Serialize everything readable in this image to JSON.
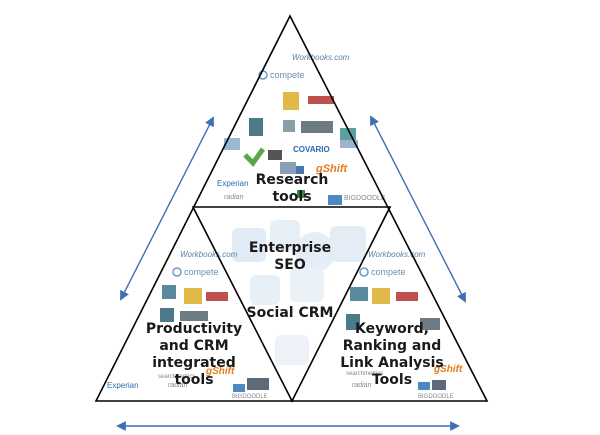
{
  "labels": {
    "research_line1": "Research",
    "research_line2": "tools",
    "enterprise_line1": "Enterprise",
    "enterprise_line2": "SEO",
    "social_crm": "Social CRM",
    "productivity_line1": "Productivity",
    "productivity_line2": "and CRM",
    "productivity_line3": "integrated",
    "productivity_line4": "tools",
    "keyword_line1": "Keyword,",
    "keyword_line2": "Ranking and",
    "keyword_line3": "Link Analysis",
    "keyword_line4": "Tools"
  },
  "logos": {
    "workbooks": "Workbooks.com",
    "compete": "compete",
    "covario": "COVARIO",
    "gshift": "gShift",
    "experian": "Experian",
    "radian6": "radian",
    "bigdoodle": "BIGDOODLE",
    "searchmetrics": "searchmetrics"
  },
  "colors": {
    "outline": "#000000",
    "arrow": "#3f6fb5",
    "faint_icons": "#c9dcef"
  }
}
